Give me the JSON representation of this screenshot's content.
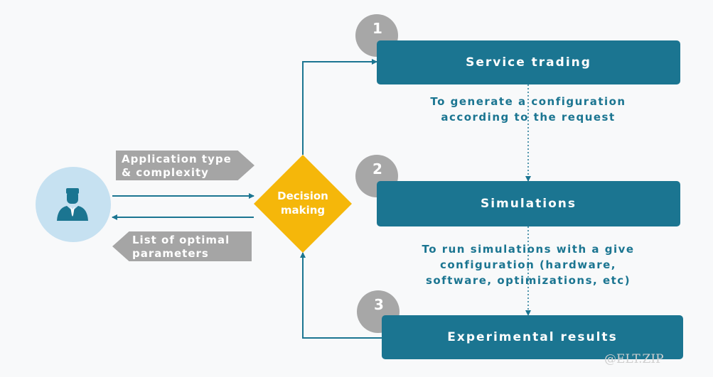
{
  "steps": [
    {
      "number": "1",
      "title": "Service trading"
    },
    {
      "number": "2",
      "title": "Simulations"
    },
    {
      "number": "3",
      "title": "Experimental results"
    }
  ],
  "notes": {
    "trading_to_sim": [
      "To generate a configuration",
      "according to the request"
    ],
    "sim_to_results": [
      "To run simulations with a give",
      "configuration (hardware,",
      "software, optimizations, etc)"
    ]
  },
  "input_label": [
    "Application type",
    "& complexity"
  ],
  "output_label": [
    "List of optimal",
    "parameters"
  ],
  "decision": [
    "Decision",
    "making"
  ],
  "watermark": "@ELT.ZIP",
  "icons": {
    "user": "user-icon"
  },
  "colors": {
    "step_bar": "#1b7591",
    "decision": "#f5b70a",
    "label_arrow": "#a5a5a5",
    "step_circle": "#a7a7a7",
    "user_circle": "#c6e1f1"
  }
}
